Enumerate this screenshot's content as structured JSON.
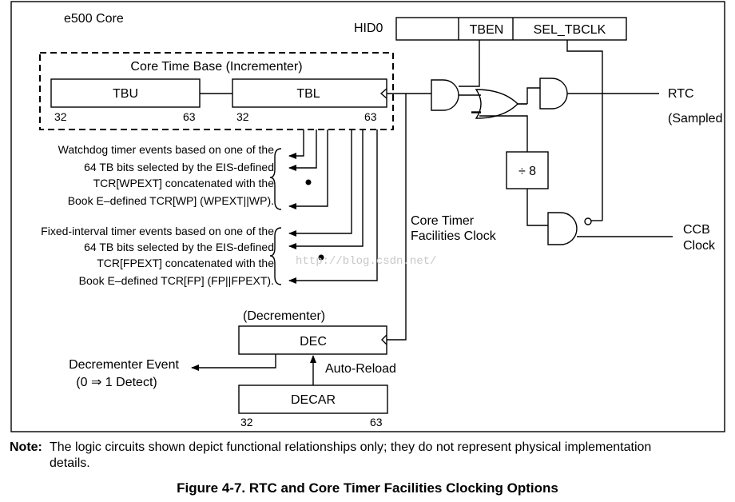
{
  "diagram": {
    "container_title": "e500 Core",
    "hid0": {
      "label": "HID0",
      "fields": [
        "",
        "TBEN",
        "SEL_TBCLK"
      ]
    },
    "time_base": {
      "title": "Core Time Base  (Incrementer)",
      "registers": [
        {
          "name": "TBU",
          "bit_start": "32",
          "bit_end": "63"
        },
        {
          "name": "TBL",
          "bit_start": "32",
          "bit_end": "63"
        }
      ]
    },
    "watchdog_note": [
      "Watchdog timer events based on one of the",
      "64 TB bits selected by the EIS-defined",
      "TCR[WPEXT] concatenated with the",
      "Book E–defined TCR[WP] (WPEXT||WP)."
    ],
    "fixed_interval_note": [
      "Fixed-interval timer events based on one of the",
      "64 TB bits selected by the EIS-defined",
      "TCR[FPEXT] concatenated with the",
      "Book E–defined TCR[FP] (FP||FPEXT)."
    ],
    "divider_label": "÷ 8",
    "rtc_label": [
      "RTC",
      "(Sampled"
    ],
    "ccb_label": [
      "CCB",
      "Clock"
    ],
    "core_timer_clock_label": [
      "Core Timer",
      "Facilities Clock"
    ],
    "decrementer": {
      "title": "(Decrementer)",
      "dec_name": "DEC",
      "decar_name": "DECAR",
      "decar_bit_start": "32",
      "decar_bit_end": "63",
      "auto_reload_label": "Auto-Reload",
      "event_label": [
        "Decrementer Event",
        "(0 ⇒ 1 Detect)"
      ]
    },
    "watermark": "http://blog.csdn.net/"
  },
  "note": {
    "label": "Note:",
    "text_line1": "The logic circuits shown depict functional relationships only; they do not represent physical implementation",
    "text_line2": "details."
  },
  "caption": "Figure 4-7. RTC and Core Timer Facilities Clocking Options"
}
